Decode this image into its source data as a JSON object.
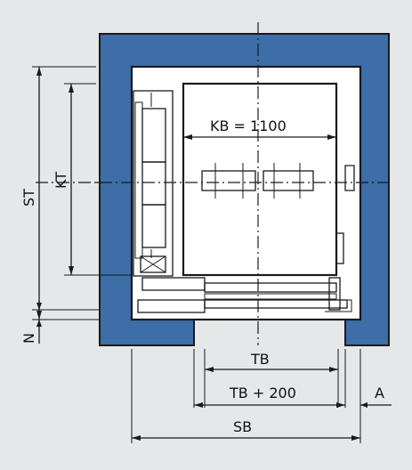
{
  "colors": {
    "background": "#e6e7e9",
    "wall": "#3d6ea8",
    "shaft": "#ffffff",
    "line": "#1a1a1a"
  },
  "labels": {
    "kb": "KB = 1100",
    "tb": "TB",
    "tb200": "TB + 200",
    "a": "A",
    "sb": "SB",
    "st": "ST",
    "kt": "KT",
    "n": "N"
  }
}
